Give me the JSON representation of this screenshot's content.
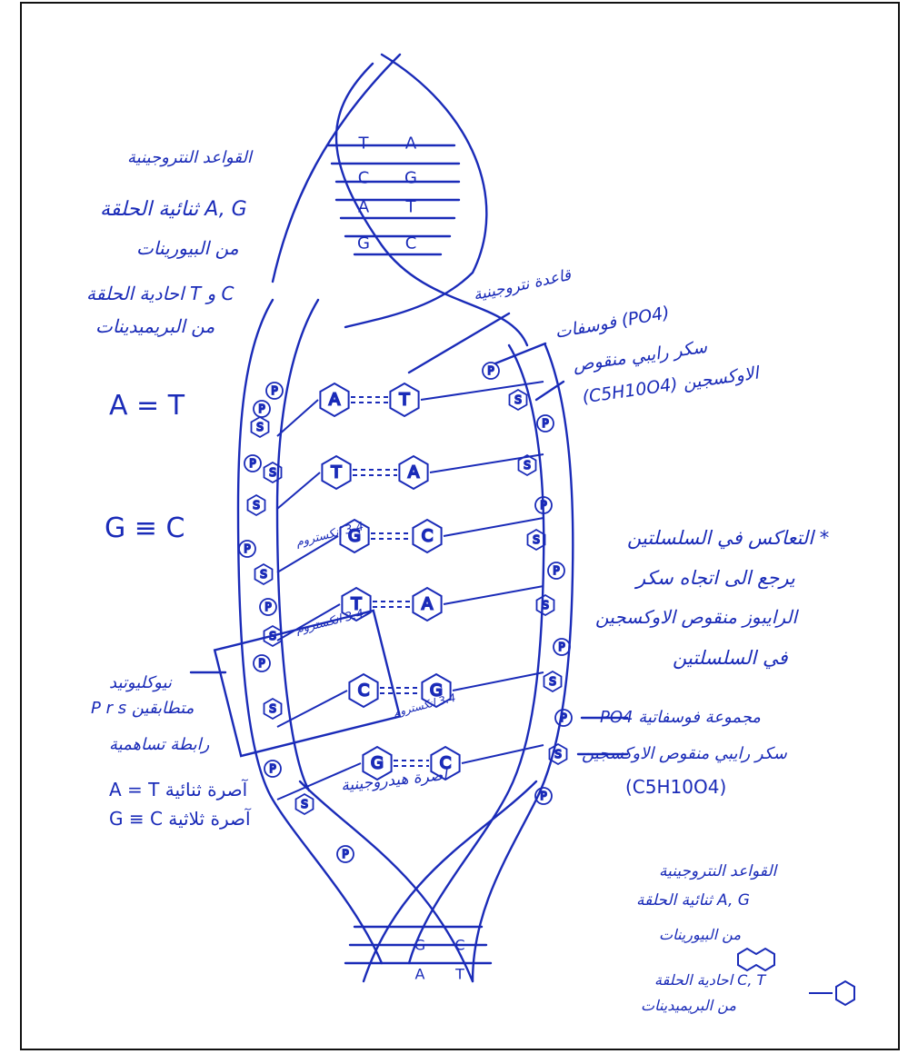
{
  "colors": {
    "ink": "#1a2bb8",
    "frame": "#111111",
    "paper": "#ffffff"
  },
  "left_notes": {
    "nitrogen_bases": "القواعد النتروجينية",
    "double_ring": "A, G ثنائية الحلقة",
    "purines": "من البيورينات",
    "single_ring": "C و T احادية الحلقة",
    "pyrimidines": "من البريميدينات",
    "at_pair": "A = T",
    "gc_pair": "G ≡ C"
  },
  "top_labels": {
    "nitrogen_base": "قاعدة نتروجينية",
    "phosphate": "(PO4) فوسفات",
    "deoxyribose": "سكر رايبي منقوص",
    "deoxyribose_formula": "الاوكسجين (C5H10O4)"
  },
  "right_notes": {
    "antiparallel_1": "* التعاكس في السلسلتين",
    "antiparallel_2": "يرجع الى اتجاه سكر",
    "antiparallel_3": "الرايبوز منقوص الاوكسجين",
    "antiparallel_4": "في السلسلتين"
  },
  "center_labels": {
    "angstrom_top": "3.4 انكستروم",
    "angstrom_box": "3.4 انكستروم",
    "angstrom_low": "3.4 انكستروم",
    "hydrogen_bonds": "اصرة هيدروجينية"
  },
  "nucleotide_labels": {
    "nucleotide": "نيوكليوتيد",
    "prs": "P r s متطابقين",
    "covalent": "رابطة تساهمية",
    "at_bonds": "A = T  آصرة ثنائية",
    "gc_bonds": "G ≡ C  آصرة ثلاثية"
  },
  "right_lower_labels": {
    "phosphate_group": "مجموعة فوسفاتية PO4",
    "deoxy_sugar": "سكر رايبي منقوص الاوكسجين",
    "formula": "(C5H10O4)"
  },
  "bottom_right_notes": {
    "nitrogen_bases": "القواعد النتروجينية",
    "double_ring": "A, G ثنائية الحلقة",
    "purines": "من البيورينات",
    "single_ring": "C, T احادية الحلقة",
    "pyrimidines": "من البريميدينات"
  },
  "base_pairs": [
    {
      "left": "A",
      "right": "T"
    },
    {
      "left": "T",
      "right": "A"
    },
    {
      "left": "G",
      "right": "C"
    },
    {
      "left": "T",
      "right": "A"
    },
    {
      "left": "C",
      "right": "G"
    },
    {
      "left": "G",
      "right": "C"
    }
  ],
  "top_helix_bases": [
    {
      "left": "T",
      "right": "A"
    },
    {
      "left": "C",
      "right": "G"
    },
    {
      "left": "A",
      "right": "T"
    },
    {
      "left": "G",
      "right": "C"
    }
  ],
  "bottom_helix_bases": [
    {
      "left": "G",
      "right": "C"
    },
    {
      "left": "A",
      "right": "T"
    }
  ],
  "strand_left": [
    "P",
    "S",
    "P",
    "S",
    "P",
    "S",
    "P",
    "S",
    "P",
    "S",
    "P",
    "S",
    "P",
    "S",
    "P"
  ],
  "strand_right": [
    "P",
    "S",
    "P",
    "S",
    "P",
    "S",
    "P",
    "S",
    "P",
    "S",
    "P",
    "S",
    "P"
  ]
}
